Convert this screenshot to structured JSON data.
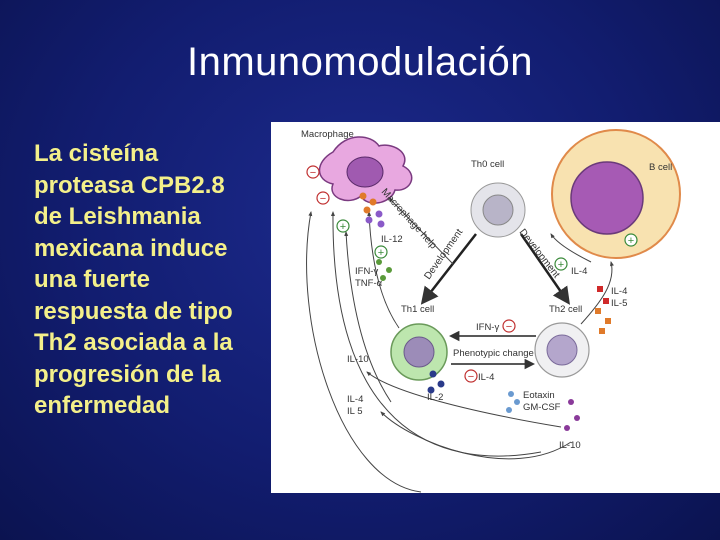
{
  "slide": {
    "title": "Inmunomodulación",
    "body_lines": [
      "La cisteína",
      "proteasa CPB2.8",
      "de Leishmania",
      "mexicana induce",
      "una fuerte",
      "respuesta de tipo",
      "Th2 asociada a la",
      "progresión de la",
      "enfermedad"
    ]
  },
  "diagram": {
    "cells": {
      "macrophage": "Macrophage",
      "th0": "Th0 cell",
      "bcell": "B cell",
      "th1": "Th1 cell",
      "th2": "Th2 cell"
    },
    "labels": {
      "il12": "IL-12",
      "ifn_g": "IFN-γ",
      "tnf_a": "TNF-α",
      "il4_right": "IL-4",
      "il4_b": "IL-4",
      "il5_b": "IL-5",
      "il10_left": "IL-10",
      "il4_left": "IL-4",
      "il5_left": "IL 5",
      "ifn_g_center": "IFN-γ",
      "phenotypic_change": "Phenotypic change",
      "il4_center": "IL-4",
      "il2": "IL-2",
      "eotaxin": "Eotaxin",
      "gm_csf": "GM-CSF",
      "il10_bottom": "IL-10",
      "macrophage_help": "Macrophage help",
      "development_left": "Development",
      "development_right": "Development"
    },
    "signs": {
      "minus": "−",
      "plus": "+"
    }
  }
}
